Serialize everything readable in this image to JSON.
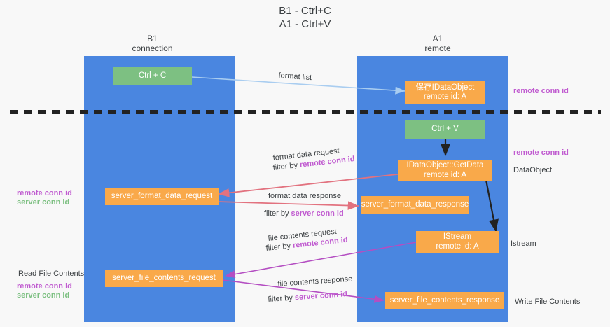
{
  "title": "B1 - Ctrl+C\nA1 - Ctrl+V",
  "columns": [
    {
      "name": "b1",
      "label": "B1\nconnection"
    },
    {
      "name": "a1",
      "label": "A1\nremote"
    }
  ],
  "nodes": {
    "ctrl_c": {
      "label": "Ctrl + C",
      "color": "#7dc082"
    },
    "save_idataobject": {
      "label": "保存IDataObject",
      "sub": "remote id: A",
      "color": "#f9a94a"
    },
    "ctrl_v": {
      "label": "Ctrl + V",
      "color": "#7dc082"
    },
    "getdata": {
      "label": "IDataObject::GetData",
      "sub": "remote id: A",
      "color": "#f9a94a"
    },
    "server_format_data_request": {
      "label": "server_format_data_request",
      "color": "#f9a94a"
    },
    "server_format_data_response": {
      "label": "server_format_data_response",
      "color": "#f9a94a"
    },
    "istream": {
      "label": "IStream",
      "sub": "remote id: A",
      "color": "#f9a94a"
    },
    "server_file_contents_request": {
      "label": "server_file_contents_request",
      "color": "#f9a94a"
    },
    "server_file_contents_response": {
      "label": "server_file_contents_response",
      "color": "#f9a94a"
    }
  },
  "edge_labels": {
    "format_list": "format list",
    "format_data_request": "format data request",
    "format_data_request_filter_prefix": "filter by ",
    "format_data_request_filter_key": "remote conn id",
    "format_data_response": "format data response",
    "format_data_response_filter_prefix": "filter by ",
    "format_data_response_filter_key": "server conn id",
    "file_contents_request": "file contents request",
    "file_contents_request_filter_prefix": "filter by ",
    "file_contents_request_filter_key": "remote conn id",
    "file_contents_response": "file contents response",
    "file_contents_response_filter_prefix": "filter by ",
    "file_contents_response_filter_key": "server conn id"
  },
  "annotations": {
    "left_mid_remote": "remote conn id",
    "left_mid_server": "server conn id",
    "left_bottom_read": "Read File Contents",
    "left_bottom_remote": "remote conn id",
    "left_bottom_server": "server conn id",
    "right_top_remote": "remote conn id",
    "right_mid_remote": "remote conn id",
    "right_dataobject": "DataObject",
    "right_istream": "Istream",
    "right_write": "Write File Contents"
  },
  "colors": {
    "lane": "#4a86e0",
    "green": "#7dc082",
    "orange": "#f9a94a",
    "remote_key": "#c05bd0",
    "server_key": "#7dc082",
    "arrow_blue": "#a9cdf0",
    "arrow_red": "#e2727f",
    "arrow_purple": "#b44ec2",
    "arrow_black": "#222222",
    "divider": "#222222",
    "background": "#f8f8f8"
  }
}
